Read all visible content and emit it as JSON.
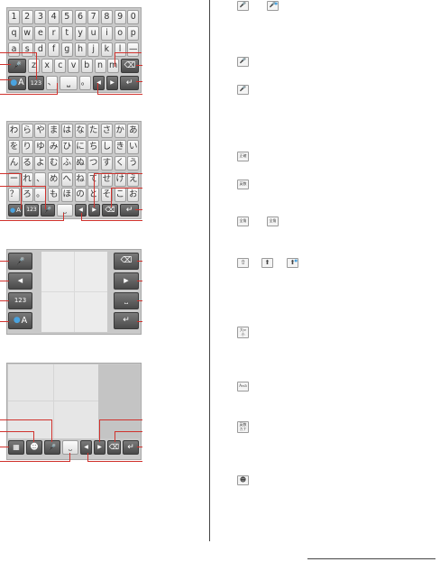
{
  "icons": {
    "mic": "🎤",
    "backspace": "⌫",
    "enter": "↵",
    "space": "⎵",
    "left": "◀",
    "right": "▶",
    "shift": "⇧",
    "shift_filled": "⬆",
    "grid": "▦",
    "emoji": "☻"
  },
  "accent_color": "#d0322d",
  "qwerty": {
    "row1": [
      "1",
      "2",
      "3",
      "4",
      "5",
      "6",
      "7",
      "8",
      "9",
      "0"
    ],
    "row2": [
      "q",
      "w",
      "e",
      "r",
      "t",
      "y",
      "u",
      "i",
      "o",
      "p"
    ],
    "row3": [
      "a",
      "s",
      "d",
      "f",
      "g",
      "h",
      "j",
      "k",
      "l",
      "—"
    ],
    "row4": [
      "z",
      "x",
      "c",
      "v",
      "b",
      "n",
      "m"
    ],
    "mode": "A",
    "num": "123",
    "comma": "、",
    "period": "。"
  },
  "kana": {
    "row1": [
      "わ",
      "ら",
      "や",
      "ま",
      "は",
      "な",
      "た",
      "さ",
      "か",
      "あ"
    ],
    "row2": [
      "を",
      "り",
      "ゆ",
      "み",
      "ひ",
      "に",
      "ち",
      "し",
      "き",
      "い"
    ],
    "row3": [
      "ん",
      "る",
      "よ",
      "む",
      "ふ",
      "ぬ",
      "つ",
      "す",
      "く",
      "う"
    ],
    "row4": [
      "ー",
      "れ",
      "、",
      "め",
      "へ",
      "ね",
      "て",
      "せ",
      "け",
      "え"
    ],
    "row5": [
      "？",
      "ろ",
      "。",
      "も",
      "ほ",
      "の",
      "と",
      "そ",
      "こ",
      "お"
    ],
    "mode": "A",
    "num": "123"
  },
  "handwriting": {
    "mode": "A",
    "num": "123"
  },
  "legend_icons": {
    "i5": "正確",
    "i6": "英数",
    "i7a": "全角",
    "i7b": "全角",
    "i9": "大⇔小",
    "i10": "A⇔a",
    "i11": "英数カナ"
  }
}
